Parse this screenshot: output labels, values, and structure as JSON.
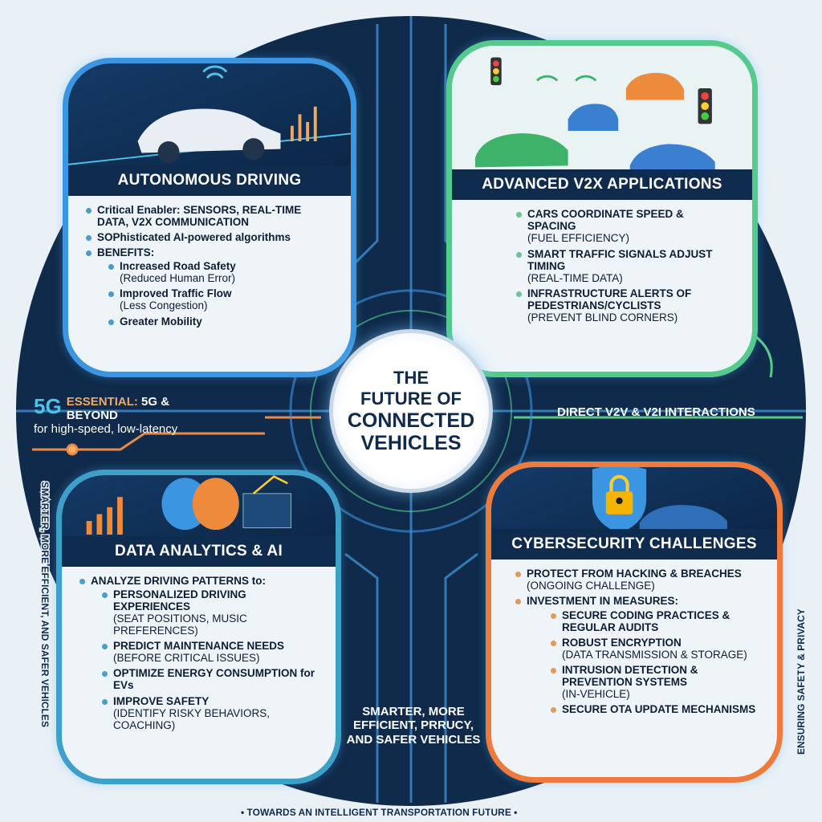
{
  "center": {
    "line1": "THE",
    "line2": "FUTURE OF",
    "line3": "CONNECTED",
    "line4": "VEHICLES"
  },
  "colors": {
    "navy": "#0f2a4a",
    "blue": "#3c95e0",
    "green": "#56c98c",
    "orange": "#ee7a3c"
  },
  "panels": {
    "autonomous": {
      "title": "AUTONOMOUS DRIVING",
      "items": [
        {
          "text": "Critical Enabler: SENSORS, REAL-TIME DATA, V2X COMMUNICATION"
        },
        {
          "text": "SOPhisticated AI-powered algorithms"
        },
        {
          "text": "BENEFITS:",
          "sub": [
            {
              "text": "Increased Road Safety",
              "note": "(Reduced Human Error)"
            },
            {
              "text": "Improved Traffic Flow",
              "note": "(Less Congestion)"
            },
            {
              "text": "Greater Mobility"
            }
          ]
        }
      ]
    },
    "v2x": {
      "title": "ADVANCED V2X APPLICATIONS",
      "items": [
        {
          "text": "CARS COORDINATE SPEED & SPACING",
          "note": "(FUEL EFFICIENCY)"
        },
        {
          "text": "SMART TRAFFIC SIGNALS ADJUST TIMING",
          "note": "(REAL-TIME DATA)"
        },
        {
          "text": "INFRASTRUCTURE ALERTS OF PEDESTRIANS/CYCLISTS",
          "note": "(PREVENT BLIND CORNERS)"
        }
      ]
    },
    "analytics": {
      "title": "DATA ANALYTICS & AI",
      "items": [
        {
          "text": "ANALYZE DRIVING PATTERNS to:",
          "sub": [
            {
              "text": "PERSONALIZED DRIVING EXPERIENCES",
              "note": "(SEAT POSITIONS, MUSIC PREFERENCES)"
            },
            {
              "text": "PREDICT MAINTENANCE NEEDS",
              "note": "(BEFORE CRITICAL ISSUES)"
            },
            {
              "text": "OPTIMIZE ENERGY CONSUMPTION for EVs"
            },
            {
              "text": "IMPROVE SAFETY",
              "note": "(IDENTIFY RISKY BEHAVIORS, COACHING)"
            }
          ]
        }
      ]
    },
    "cyber": {
      "title": "CYBERSECURITY CHALLENGES",
      "items": [
        {
          "text": "PROTECT FROM HACKING & BREACHES",
          "note": "(ONGOING CHALLENGE)"
        },
        {
          "text": "INVESTMENT IN MEASURES:",
          "sub": [
            {
              "text": "SECURE CODING PRACTICES & REGULAR AUDITS"
            },
            {
              "text": "ROBUST ENCRYPTION",
              "note": "(DATA TRANSMISSION & STORAGE)"
            },
            {
              "text": "INTRUSION DETECTION & PREVENTION SYSTEMS",
              "note": "(IN-VEHICLE)"
            },
            {
              "text": "SECURE OTA UPDATE MECHANISMS"
            }
          ]
        }
      ]
    }
  },
  "side": {
    "fiveg_icon": "5G",
    "fiveg_title": "ESSENTIAL:",
    "fiveg_rest": "5G & BEYOND",
    "fiveg_sub": "for high-speed, low-latency",
    "v2v": "DIRECT V2V & V2I INTERACTIONS",
    "smart": "SMARTER, MORE EFFICIENT, PRRUCY, AND SAFER VEHICLES"
  },
  "arcs": {
    "left": "SMARTER, MORE EFFICIENT, AND SAFER VEHICLES",
    "right": "ENSURING SAFETY & PRIVACY",
    "bottom": "• TOWARDS AN INTELLIGENT TRANSPORTATION FUTURE •"
  }
}
